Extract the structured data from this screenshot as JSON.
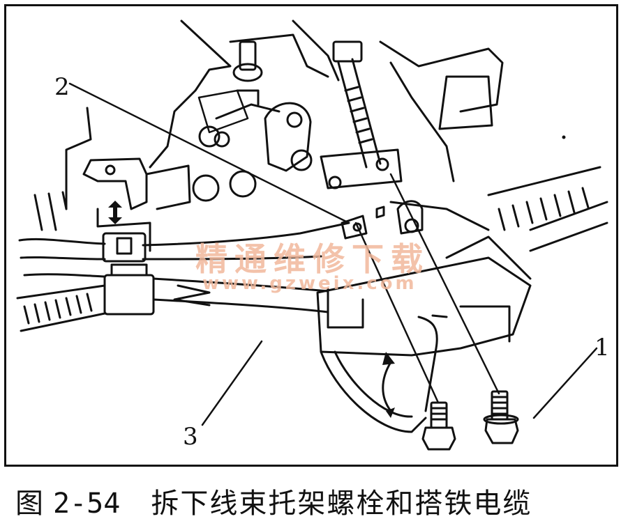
{
  "callouts": {
    "one": "1",
    "two": "2",
    "three": "3"
  },
  "watermark": {
    "text": "精通维修下载",
    "url": "www.gzweix.com"
  },
  "caption": {
    "prefix": "图",
    "number": "2-54",
    "title": "拆下线束托架螺栓和搭铁电缆"
  },
  "colors": {
    "line": "#111111",
    "watermark": "#f1b89c",
    "background": "#ffffff"
  }
}
